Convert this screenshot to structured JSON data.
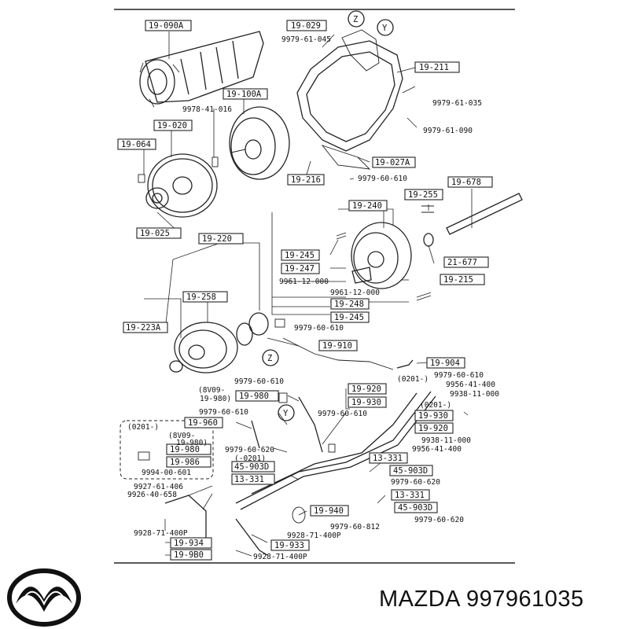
{
  "brand": {
    "name": "MAZDA",
    "part_number": "997961035"
  },
  "callouts": {
    "c19_090A": "19-090A",
    "c9979_61_045": "9979-61-045",
    "c19_029": "19-029",
    "c19_211": "19-211",
    "c9979_61_035": "9979-61-035",
    "c19_100A": "19-100A",
    "c9978_41_016": "9978-41-016",
    "c9979_61_090": "9979-61-090",
    "c19_020": "19-020",
    "c19_064": "19-064",
    "c19_027A": "19-027A",
    "c19_216": "19-216",
    "c9979_60_610a": "9979-60-610",
    "c19_255": "19-255",
    "c19_678": "19-678",
    "c19_240": "19-240",
    "c19_025": "19-025",
    "c19_220": "19-220",
    "c19_245a": "19-245",
    "c21_677": "21-677",
    "c19_247": "19-247",
    "c9961_12_000a": "9961-12-000",
    "c19_215": "19-215",
    "c19_258": "19-258",
    "c9961_12_000b": "9961-12-000",
    "c19_248": "19-248",
    "c19_245b": "19-245",
    "c19_223A": "19-223A",
    "c9979_60_610b": "9979-60-610",
    "c19_910": "19-910",
    "c19_904": "19-904",
    "c9979_60_610c": "9979-60-610",
    "c0201a": "(0201-)",
    "c9979_60_610d": "9979-60-610",
    "c9956_41_400a": "9956-41-400",
    "c8V09": "(8V09-",
    "c19_980paren": "19-980)",
    "c19_980a": "19-980",
    "c19_920a": "19-920",
    "c9938_11_000a": "9938-11-000",
    "c19_930a": "19-930",
    "c9979_60_610e": "9979-60-610",
    "c0201b": "(0201-)",
    "c19_930b": "19-930",
    "c9979_60_610f": "9979-60-610",
    "c19_960": "19-960",
    "c19_920b": "19-920",
    "c0201c": "(0201-)",
    "c8V09b": "(8V09-",
    "c19_980paren2": "19-980)",
    "c9938_11_000b": "9938-11-000",
    "c9956_41_400b": "9956-41-400",
    "c19_980b": "19-980",
    "c9979_60_620a": "9979-60-620",
    "c0201d": "(-0201)",
    "c19_986": "19-986",
    "c13_331a": "13-331",
    "c45_903Da": "45-903D",
    "c9994_00_601": "9994-00-601",
    "c13_331b": "13-331",
    "c45_903Db": "45-903D",
    "c9979_60_620b": "9979-60-620",
    "c9927_61_406": "9927-61-406",
    "c9926_40_658": "9926-40-658",
    "c13_331c": "13-331",
    "c19_940": "19-940",
    "c45_903Dc": "45-903D",
    "c9979_60_620c": "9979-60-620",
    "c9928_71_400Pa": "9928-71-400P",
    "c9979_60_812": "9979-60-812",
    "c9928_71_400Pb": "9928-71-400P",
    "c19_934": "19-934",
    "c19_933": "19-933",
    "c19_9B0": "19-9B0",
    "c9928_71_400Pc": "9928-71-400P",
    "cZ1": "Z",
    "cY1": "Y",
    "cZ2": "Z",
    "cY2": "Y"
  }
}
